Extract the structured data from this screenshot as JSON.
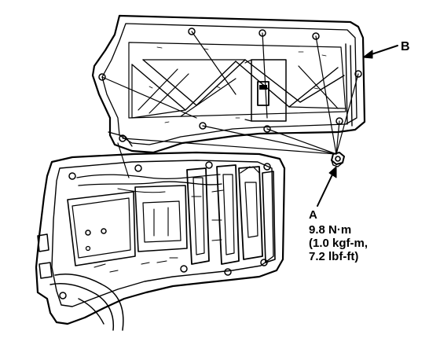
{
  "labels": {
    "b": "B",
    "a": "A",
    "torque_line1": "9.8 N·m",
    "torque_line2": "(1.0 kgf-m,",
    "torque_line3": "7.2 lbf-ft)"
  },
  "colors": {
    "ink": "#000000",
    "paper": "#ffffff"
  },
  "icons": {
    "cover": "sheet-metal-cover",
    "module": "electronics-module-assembly",
    "fastener": "hex-nut"
  }
}
